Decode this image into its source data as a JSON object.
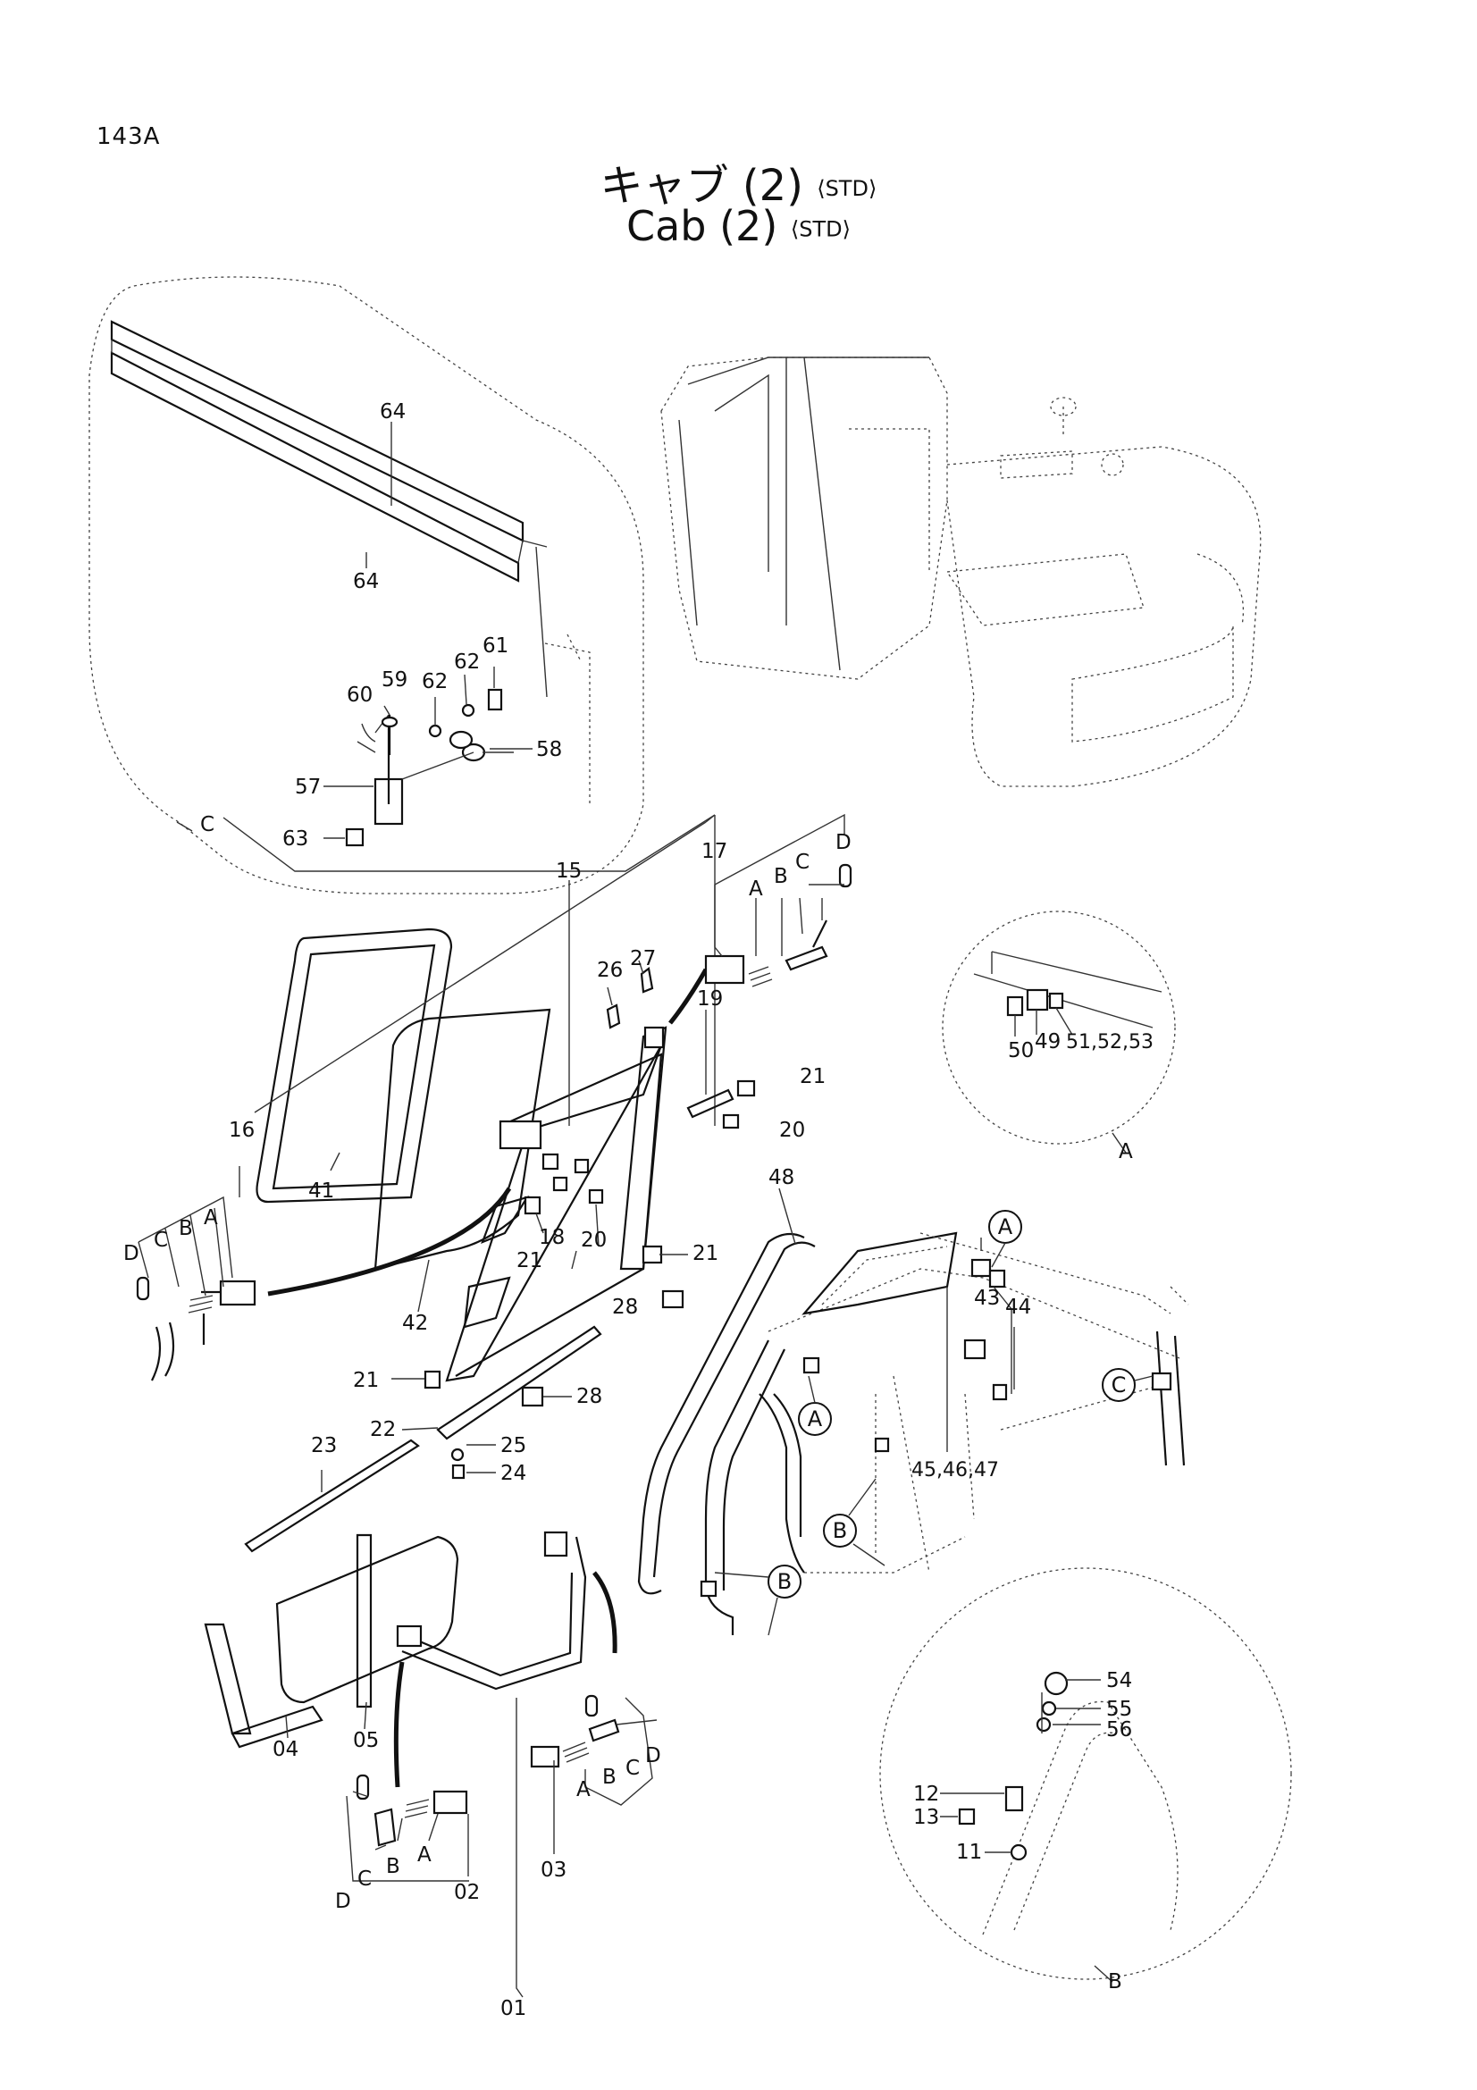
{
  "page_id": "143A",
  "title_jp": "キャブ (2)",
  "title_en": "Cab (2)",
  "variant_tag": "⟨STD⟩",
  "views": {
    "detail_c": "C",
    "detail_a": "A",
    "detail_b": "B"
  },
  "callout_circles": {
    "a1": "A",
    "a2": "A",
    "b1": "B",
    "b2": "B",
    "c1": "C"
  },
  "parts": {
    "p64a": "64",
    "p64b": "64",
    "p59": "59",
    "p60": "60",
    "p61": "61",
    "p62a": "62",
    "p62b": "62",
    "p58": "58",
    "p57": "57",
    "p63": "63",
    "p15": "15",
    "p17": "17",
    "p26": "26",
    "p27": "27",
    "p19": "19",
    "p21a": "21",
    "p21b": "21",
    "p21c": "21",
    "p21d": "21",
    "p20a": "20",
    "p20b": "20",
    "p18": "18",
    "p16": "16",
    "p41": "41",
    "p42": "42",
    "p28a": "28",
    "p28b": "28",
    "p22": "22",
    "p23": "23",
    "p24": "24",
    "p25": "25",
    "p48": "48",
    "p43": "43",
    "p44": "44",
    "p45_47": "45,46,47",
    "p49": "49",
    "p50": "50",
    "p51_53": "51,52,53",
    "p54": "54",
    "p55": "55",
    "p56": "56",
    "p12": "12",
    "p13": "13",
    "p11": "11",
    "p04": "04",
    "p05": "05",
    "p01": "01",
    "p02": "02",
    "p03": "03"
  },
  "sub_letters": {
    "g17": [
      "A",
      "B",
      "C",
      "D"
    ],
    "g16": [
      "D",
      "C",
      "B",
      "A"
    ],
    "g03": [
      "A",
      "B",
      "C",
      "D"
    ],
    "g02": [
      "D",
      "C",
      "B",
      "A"
    ]
  }
}
